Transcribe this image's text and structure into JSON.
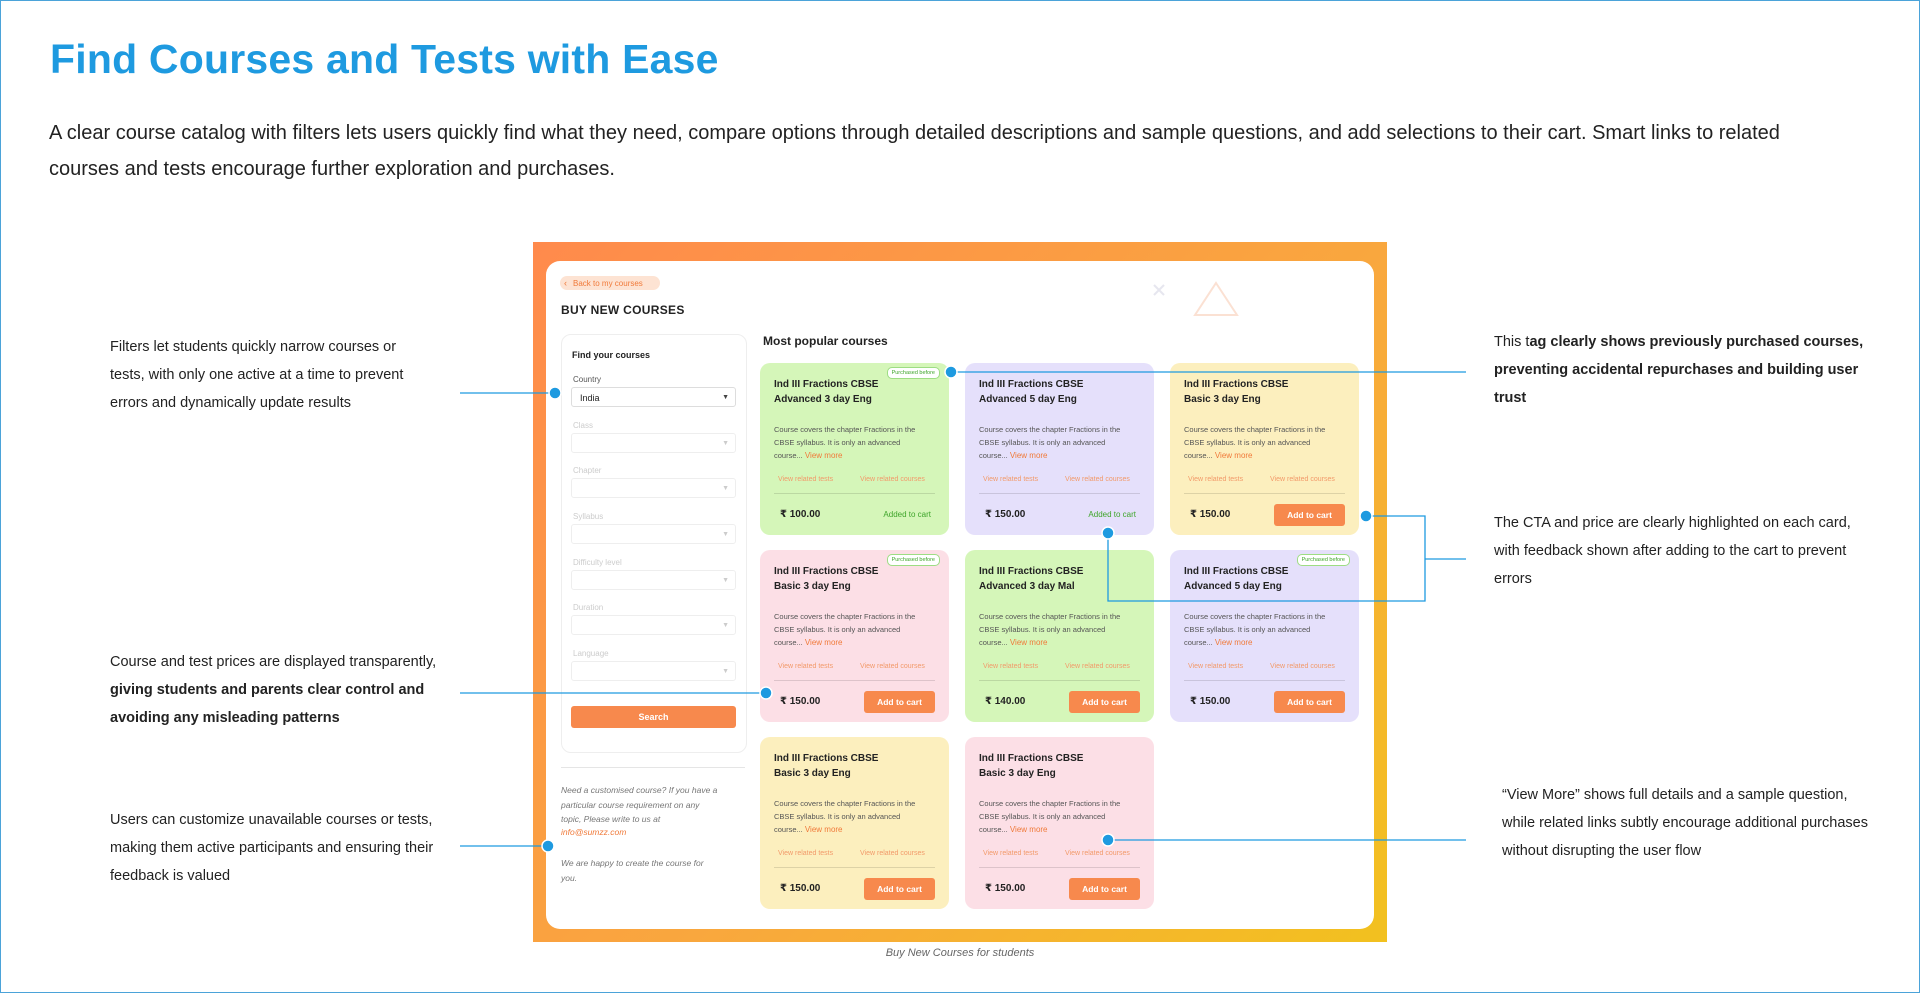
{
  "header": {
    "title": "Find Courses and Tests with Ease",
    "description": "A clear course catalog with filters lets users quickly find what they need, compare options through detailed descriptions and sample questions, and add selections to their cart. Smart links to related courses and tests encourage further exploration and purchases."
  },
  "annotations": {
    "filters": "Filters let students quickly narrow courses or tests, with only one active at a time to prevent errors and dynamically update results",
    "prices_pre": "Course and test prices are displayed transparently, ",
    "prices_bold": "giving students and parents clear control and avoiding any misleading patterns",
    "customize": "Users can customize unavailable courses or tests, making them active participants and ensuring their feedback is valued",
    "tag_pre": "This t",
    "tag_bold": "ag clearly shows previously purchased courses, preventing accidental repurchases and building user trust",
    "cta": "The CTA and price are clearly highlighted on each card, with feedback shown after adding to the cart to prevent errors",
    "view_more": "“View More” shows full details and a sample question, while related links subtly encourage additional purchases without disrupting the user flow"
  },
  "caption": "Buy New Courses for students",
  "app": {
    "back_label": "Back to my courses",
    "page_heading": "BUY NEW COURSES",
    "filters": {
      "title": "Find your courses",
      "country_label": "Country",
      "country_value": "India",
      "class_label": "Class",
      "chapter_label": "Chapter",
      "syllabus_label": "Syllabus",
      "difficulty_label": "Difficulty level",
      "duration_label": "Duration",
      "language_label": "Language",
      "search_label": "Search"
    },
    "custom": {
      "text": "Need a customised course? If you have a particular course requirement on any topic, Please write to us at",
      "email": "info@sumzz.com",
      "text2": "We are happy to create the course for you."
    },
    "popular_heading": "Most popular courses",
    "cards": [
      {
        "title": "Ind III Fractions CBSE Advanced 3 day Eng",
        "desc": "Course covers the chapter Fractions in the CBSE syllabus. It is only an advanced course...",
        "view_more": "View more",
        "link1": "View related tests",
        "link2": "View related courses",
        "price": "₹ 100.00",
        "action": "Added to cart",
        "tag": "Purchased before"
      },
      {
        "title": "Ind III Fractions CBSE Advanced 5 day Eng",
        "desc": "Course covers the chapter Fractions in the CBSE syllabus. It is only an advanced course...",
        "view_more": "View more",
        "link1": "View related tests",
        "link2": "View related courses",
        "price": "₹ 150.00",
        "action": "Added to cart",
        "tag": ""
      },
      {
        "title": "Ind III Fractions CBSE Basic 3 day Eng",
        "desc": "Course covers the chapter Fractions in the CBSE syllabus. It is only an advanced course...",
        "view_more": "View more",
        "link1": "View related tests",
        "link2": "View related courses",
        "price": "₹ 150.00",
        "action": "Add to cart",
        "tag": ""
      },
      {
        "title": "Ind III Fractions CBSE Basic 3 day Eng",
        "desc": "Course covers the chapter Fractions in the CBSE syllabus. It is only an advanced course...",
        "view_more": "View more",
        "link1": "View related tests",
        "link2": "View related courses",
        "price": "₹ 150.00",
        "action": "Add to cart",
        "tag": "Purchased before"
      },
      {
        "title": "Ind III Fractions CBSE Advanced 3 day Mal",
        "desc": "Course covers the chapter Fractions in the CBSE syllabus. It is only an advanced course...",
        "view_more": "View more",
        "link1": "View related tests",
        "link2": "View related courses",
        "price": "₹ 140.00",
        "action": "Add to cart",
        "tag": ""
      },
      {
        "title": "Ind III Fractions CBSE Advanced 5 day Eng",
        "desc": "Course covers the chapter Fractions in the CBSE syllabus. It is only an advanced course...",
        "view_more": "View more",
        "link1": "View related tests",
        "link2": "View related courses",
        "price": "₹ 150.00",
        "action": "Add to cart",
        "tag": "Purchased before"
      },
      {
        "title": "Ind III Fractions CBSE Basic 3 day Eng",
        "desc": "Course covers the chapter Fractions in the CBSE syllabus. It is only an advanced course...",
        "view_more": "View more",
        "link1": "View related tests",
        "link2": "View related courses",
        "price": "₹ 150.00",
        "action": "Add to cart",
        "tag": ""
      },
      {
        "title": "Ind III Fractions CBSE Basic 3 day Eng",
        "desc": "Course covers the chapter Fractions in the CBSE syllabus. It is only an advanced course...",
        "view_more": "View more",
        "link1": "View related tests",
        "link2": "View related courses",
        "price": "₹ 150.00",
        "action": "Add to cart",
        "tag": ""
      }
    ]
  },
  "colors": {
    "title_blue": "#1e9ae0",
    "connector_blue": "#1e9ae0",
    "accent_orange": "#f7894d",
    "added_green": "#3fa52b",
    "card_green": "#d5f6b9",
    "card_purple": "#e5e0fb",
    "card_yellow": "#fcefbe",
    "card_pink": "#fcdfe6"
  }
}
